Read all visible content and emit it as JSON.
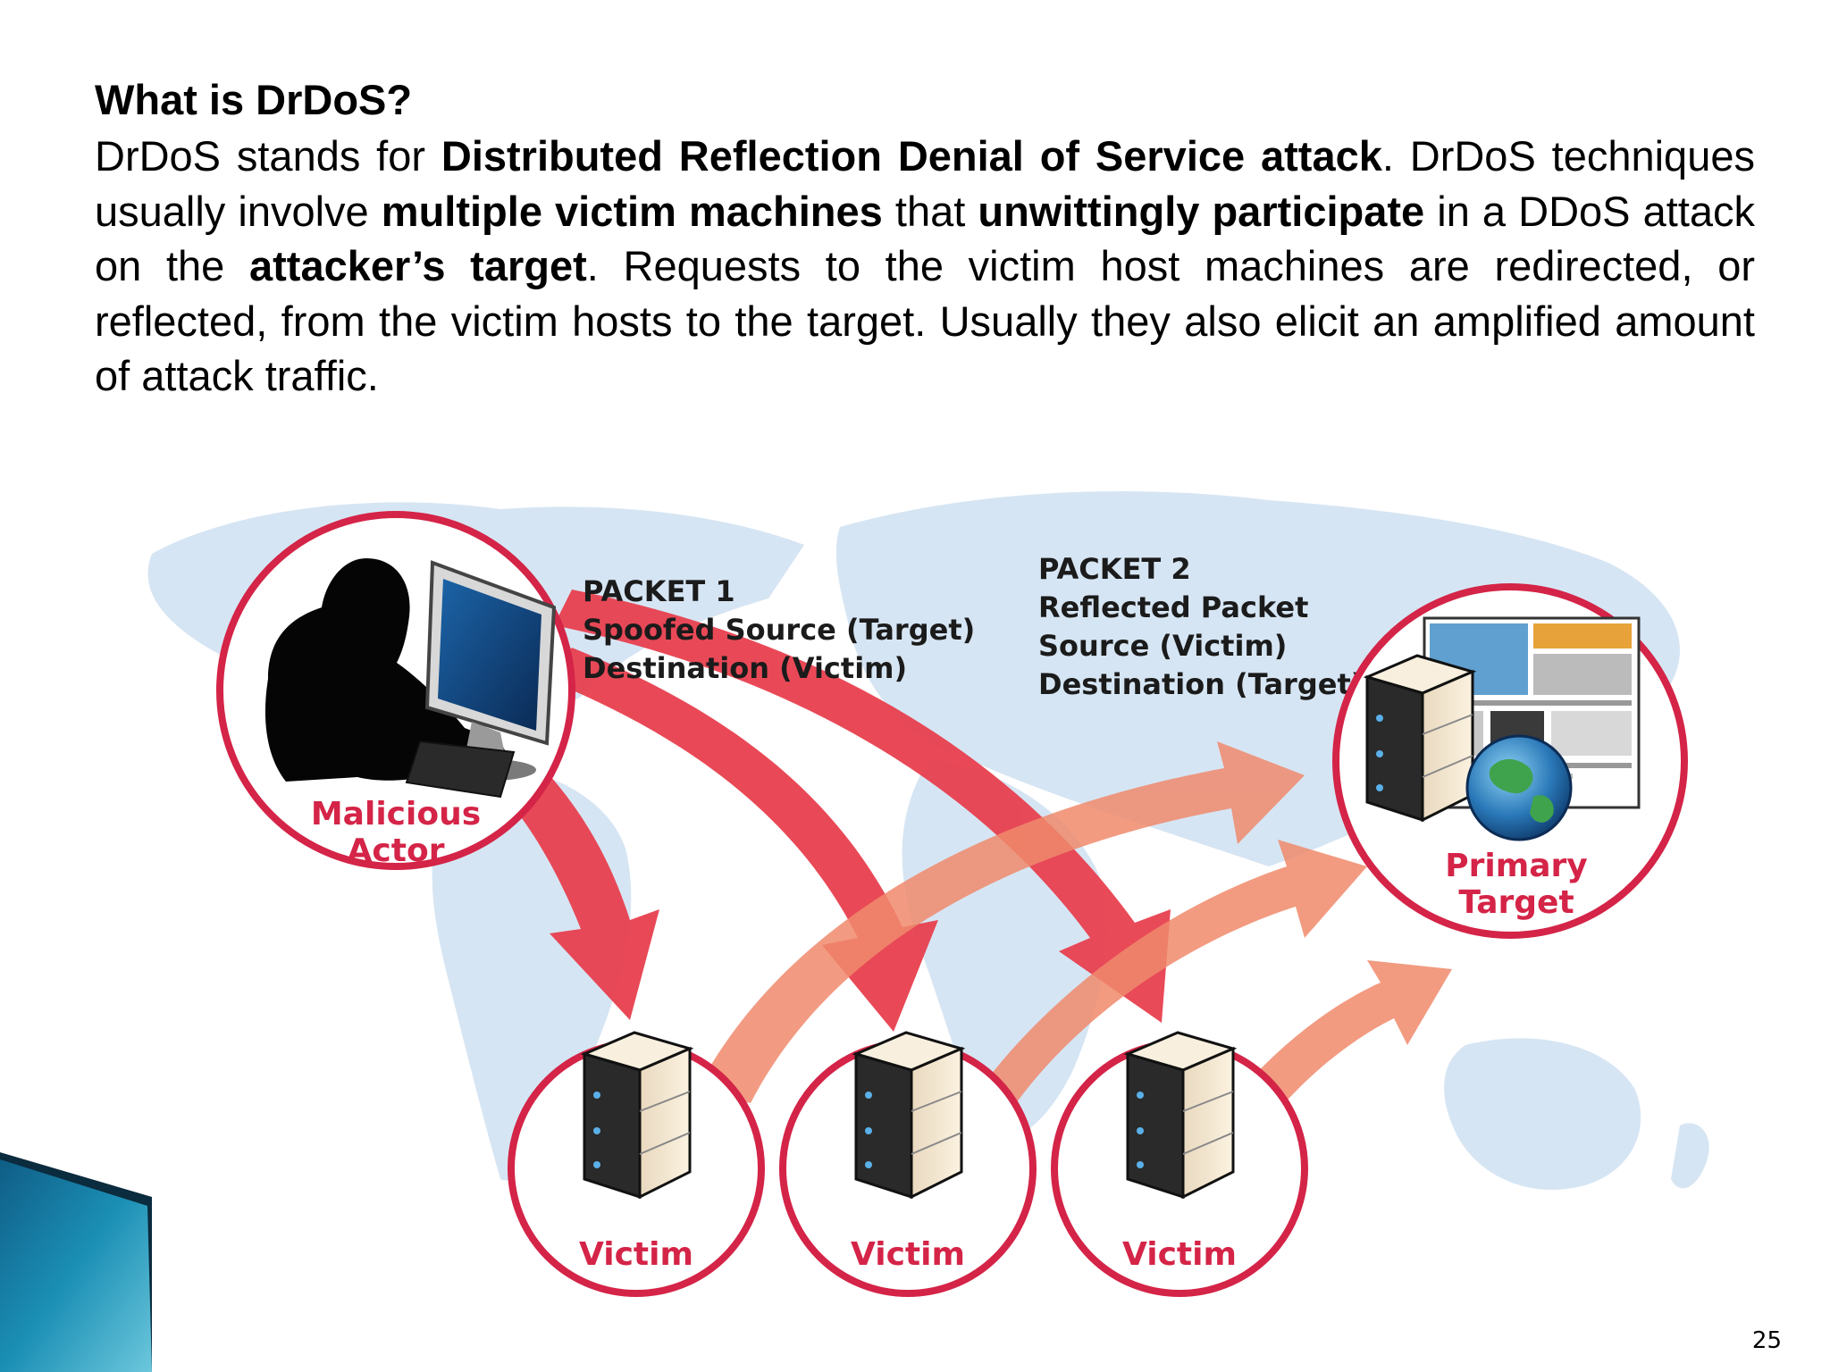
{
  "slide": {
    "title": "What is DrDoS?",
    "paragraph": [
      {
        "text": "DrDoS stands for ",
        "bold": false
      },
      {
        "text": "Distributed Reflection Denial of Service attack",
        "bold": true
      },
      {
        "text": ". DrDoS techniques usually involve ",
        "bold": false
      },
      {
        "text": "multiple victim machines",
        "bold": true
      },
      {
        "text": " that ",
        "bold": false
      },
      {
        "text": "unwittingly participate",
        "bold": true
      },
      {
        "text": " in a DDoS attack on the ",
        "bold": false
      },
      {
        "text": "attacker’s target",
        "bold": true
      },
      {
        "text": ". Requests to the victim host machines are redirected, or reflected, from the victim hosts to the target. Usually they also elicit an amplified amount of attack traffic.",
        "bold": false
      }
    ],
    "page_number": "25"
  },
  "diagram": {
    "packet1": {
      "title": "PACKET 1",
      "line1": "Spoofed Source (Target)",
      "line2": "Destination (Victim)"
    },
    "packet2": {
      "title": "PACKET 2",
      "line1": "Reflected Packet",
      "line2": "Source (Victim)",
      "line3": "Destination (Target)"
    },
    "attacker": {
      "line1": "Malicious",
      "line2": "Actor"
    },
    "target": {
      "line1": "Primary",
      "line2": "Target"
    },
    "victims": [
      "Victim",
      "Victim",
      "Victim"
    ],
    "colors": {
      "circle_stroke": "#d42447",
      "attack_arrow": "#e8404f",
      "reflect_arrow": "#f08a6c",
      "map": "#cfdff0",
      "label_red": "#d42447"
    }
  }
}
